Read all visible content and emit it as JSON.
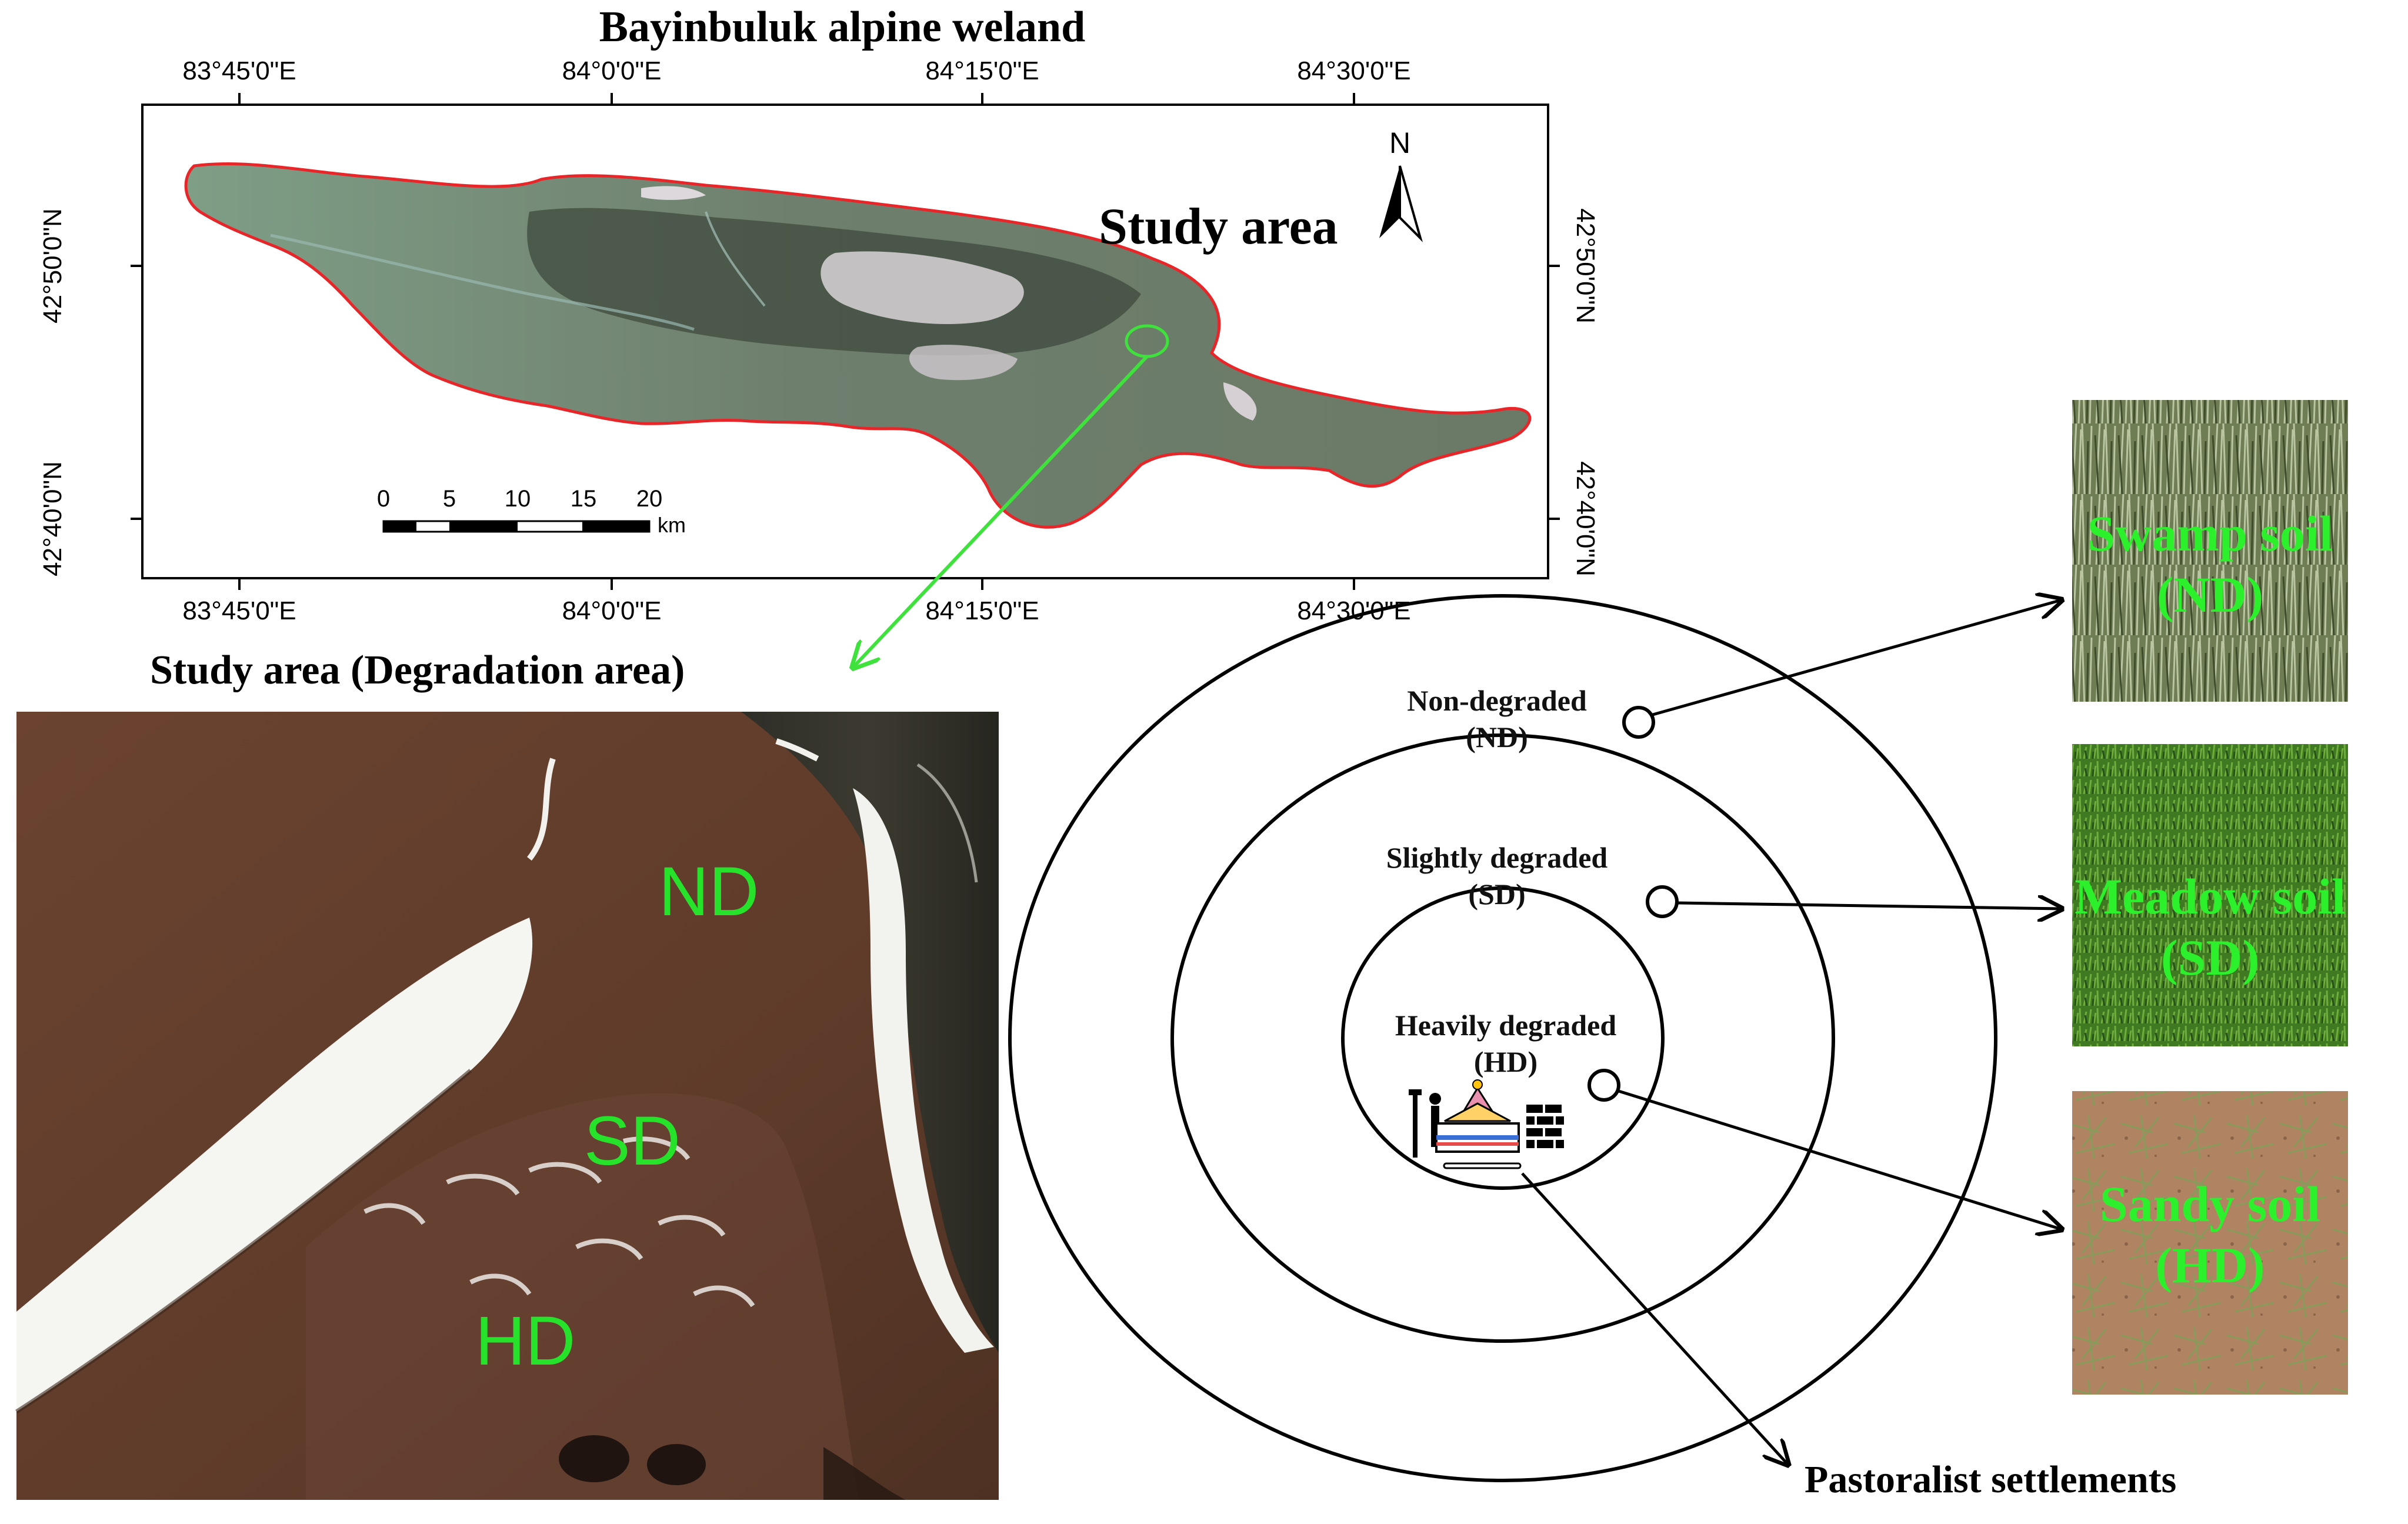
{
  "overview_map": {
    "title": "Bayinbuluk alpine weland",
    "longitude_labels": [
      "83°45'0\"E",
      "84°0'0\"E",
      "84°15'0\"E",
      "84°30'0\"E"
    ],
    "latitude_labels": [
      "42°50'0\"N",
      "42°40'0\"N"
    ],
    "study_area_label": "Study area",
    "north_arrow_label": "N",
    "scale_bar": {
      "ticks": [
        "0",
        "5",
        "10",
        "15",
        "20"
      ],
      "unit": "km"
    }
  },
  "degradation_image": {
    "title": "Study area (Degradation area)",
    "labels": {
      "nd": "ND",
      "sd": "SD",
      "hd": "HD"
    }
  },
  "diagram": {
    "zones": {
      "outer": {
        "line1": "Non-degraded",
        "line2": "(ND)"
      },
      "middle": {
        "line1": "Slightly degraded",
        "line2": "(SD)"
      },
      "inner": {
        "line1": "Heavily degraded",
        "line2": "(HD)"
      }
    },
    "settlement_label": "Pastoralist settlements"
  },
  "soil_photos": [
    {
      "line1": "Swamp soil",
      "line2": "(ND)"
    },
    {
      "line1": "Meadow soil",
      "line2": "(SD)"
    },
    {
      "line1": "Sandy soil",
      "line2": "(HD)"
    }
  ],
  "colors": {
    "boundary": "#e8262a",
    "highlight_arrow": "#3fe23c",
    "label_green": "#26e22a"
  }
}
